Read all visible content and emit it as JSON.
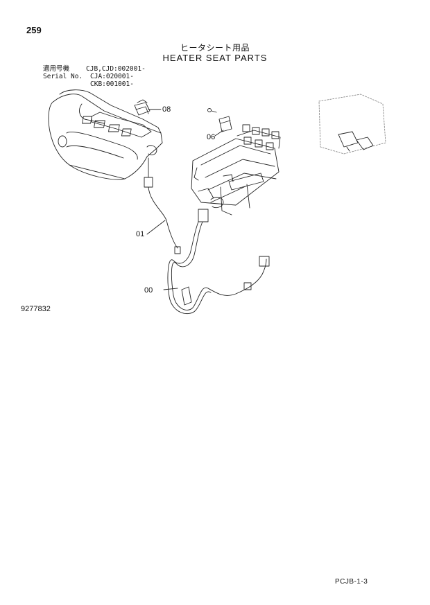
{
  "page_number": "259",
  "title": {
    "japanese": "ヒータシート用品",
    "english": "HEATER SEAT PARTS"
  },
  "applicability": {
    "label_jp": "適用号機",
    "label_en": "Serial No.",
    "codes": [
      "CJB,CJD:002001-",
      "CJA:020001-",
      "CKB:001001-"
    ]
  },
  "callouts": {
    "c08": "08",
    "c06": "06",
    "c01": "01",
    "c00": "00"
  },
  "drawing_number": "9277832",
  "footer_code": "PCJB-1-3"
}
